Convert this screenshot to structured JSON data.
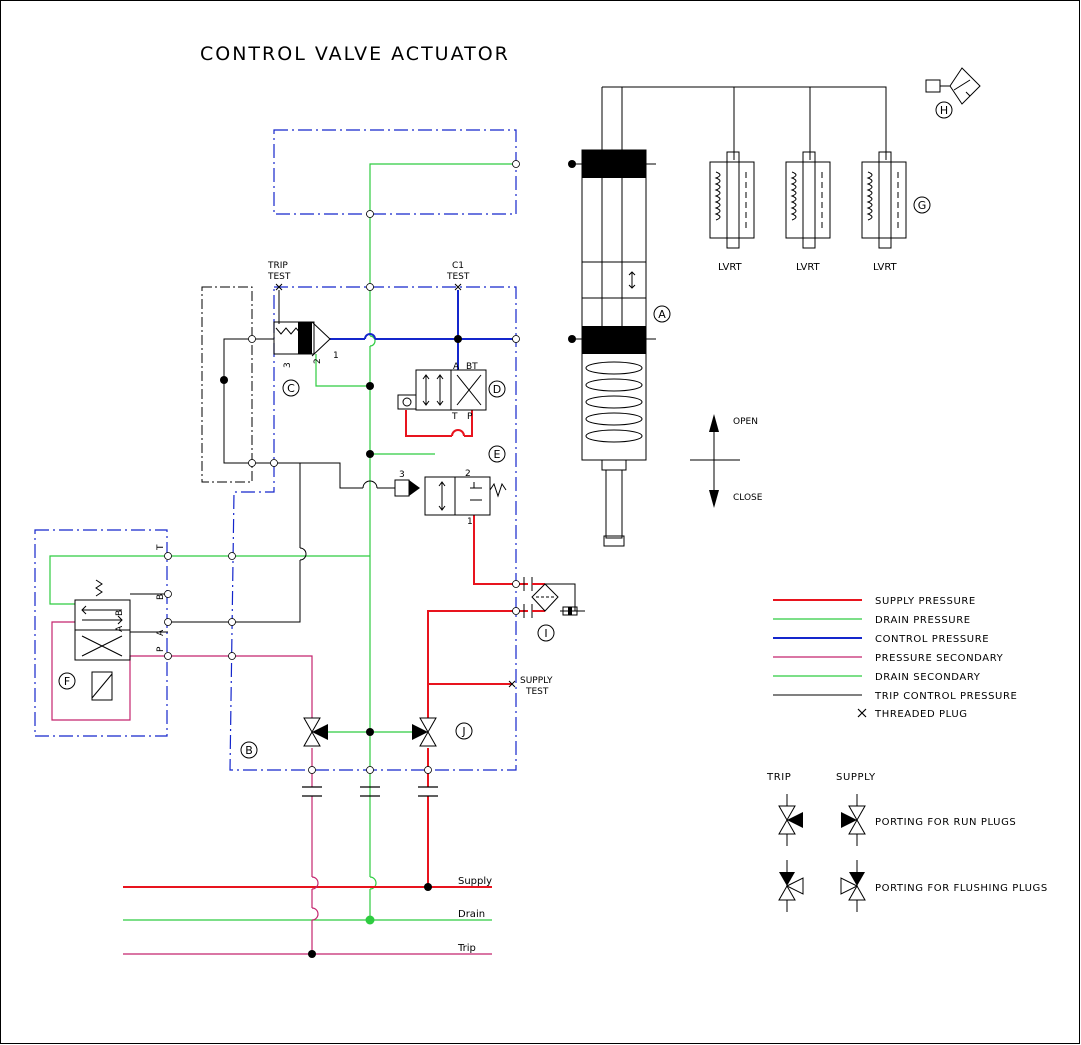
{
  "title": "CONTROL VALVE ACTUATOR",
  "labels": {
    "trip_test": [
      "TRIP",
      "TEST"
    ],
    "c1_test": [
      "C1",
      "TEST"
    ],
    "supply_test": [
      "SUPPLY",
      "TEST"
    ],
    "lvrt": "LVRT",
    "open": "OPEN",
    "close": "CLOSE",
    "port_a": "A",
    "port_bt": "BT",
    "port_t": "T",
    "port_p": "P",
    "port_1": "1",
    "port_2": "2",
    "port_3": "3",
    "f_t": "T",
    "f_b": "B",
    "f_a": "A",
    "f_p": "P"
  },
  "callouts": [
    "A",
    "B",
    "C",
    "D",
    "E",
    "F",
    "G",
    "H",
    "I",
    "J"
  ],
  "buses": {
    "supply": "Supply",
    "drain": "Drain",
    "trip": "Trip"
  },
  "legend": {
    "items": [
      {
        "label": "SUPPLY PRESSURE",
        "color": "#e8141e"
      },
      {
        "label": "DRAIN PRESSURE",
        "color": "#2ecc40"
      },
      {
        "label": "CONTROL PRESSURE",
        "color": "#1426cc"
      },
      {
        "label": "PRESSURE SECONDARY",
        "color": "#c4246e"
      },
      {
        "label": "DRAIN SECONDARY",
        "color": "#2ecc40"
      },
      {
        "label": "TRIP CONTROL PRESSURE",
        "color": "#000000"
      }
    ],
    "threaded_plug": "THREADED PLUG",
    "trip_header": "TRIP",
    "supply_header": "SUPPLY",
    "run_plugs": "PORTING FOR RUN PLUGS",
    "flushing_plugs": "PORTING FOR FLUSHING PLUGS"
  },
  "colors": {
    "supply": "#e8141e",
    "drain": "#2ecc40",
    "control": "#1426cc",
    "secondary": "#c4246e",
    "trip": "#000000"
  }
}
